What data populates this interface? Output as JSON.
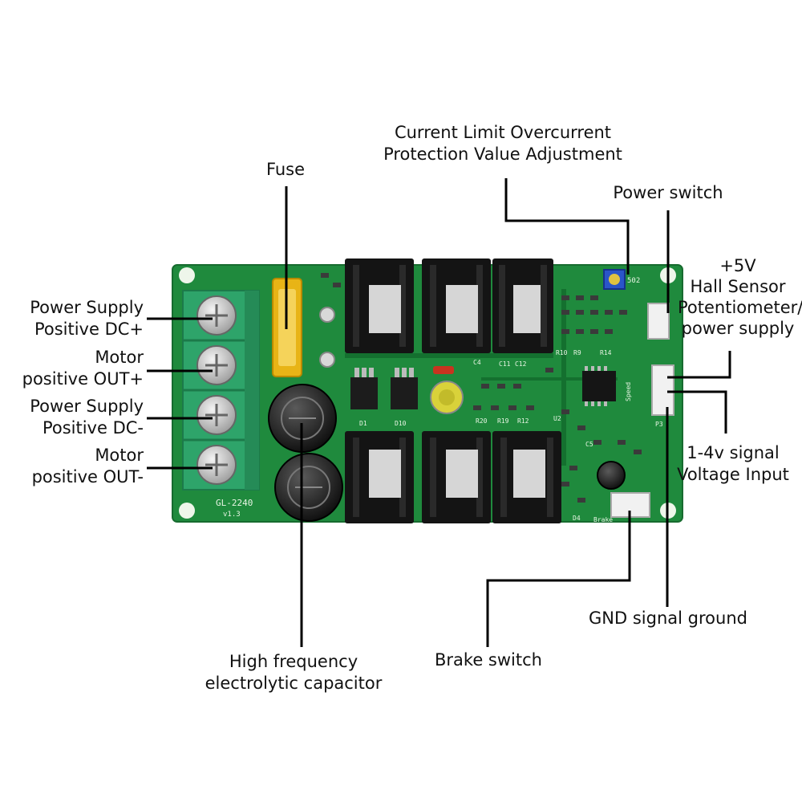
{
  "board": {
    "model": "GL-2240",
    "version": "v1.3",
    "silkscreen": {
      "pot_value": "502",
      "brake": "Brake",
      "speed": "Speed",
      "d1": "D1",
      "d10": "D10",
      "u2": "U2",
      "r19": "R19",
      "r20": "R20",
      "r12": "R12",
      "c4": "C4",
      "c11": "C11",
      "c12": "C12",
      "r10": "R10",
      "r9": "R9",
      "r14": "R14",
      "p3": "P3",
      "c5": "C5",
      "d4": "D4"
    }
  },
  "labels": {
    "fuse": "Fuse",
    "current_limit": [
      "Current Limit Overcurrent",
      "Protection Value Adjustment"
    ],
    "power_switch": "Power switch",
    "hall_sensor": [
      "+5V",
      "Hall Sensor",
      "Potentiometer/",
      "power supply"
    ],
    "power_supply_pos": [
      "Power Supply",
      "Positive DC+"
    ],
    "motor_pos": [
      "Motor",
      "positive OUT+"
    ],
    "power_supply_neg": [
      "Power Supply",
      "Positive DC-"
    ],
    "motor_neg": [
      "Motor",
      "positive OUT-"
    ],
    "signal_input": [
      "1-4v signal",
      "Voltage Input"
    ],
    "gnd": "GND signal ground",
    "brake_switch": "Brake switch",
    "capacitor": [
      "High frequency",
      "electrolytic capacitor"
    ]
  },
  "colors": {
    "pcb": "#1f8a3d",
    "terminal": "#2ea46a",
    "heatsink": "#141414",
    "fuse": "#e8b416",
    "pot": "#2a55c8",
    "leader": "#000000"
  }
}
